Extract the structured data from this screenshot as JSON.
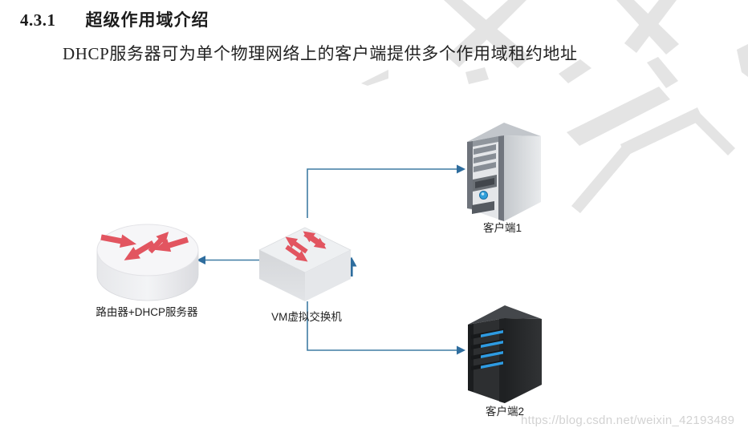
{
  "document": {
    "section_number": "4.3.1",
    "section_title": "超级作用域介绍",
    "body_text": "DHCP服务器可为单个物理网络上的客户端提供多个作用域租约地址"
  },
  "diagram": {
    "router_label": "路由器+DHCP服务器",
    "switch_label": "VM虚拟交换机",
    "client1_label": "客户端1",
    "client2_label": "客户端2",
    "colors": {
      "connector_line": "#3f7ca4",
      "connector_arrow": "#2e6d9e",
      "device_arrow_red": "#e25560",
      "client2_stripe": "#2e9be2",
      "watermark_gray": "#e4e4e4"
    }
  },
  "watermark": {
    "url_text": "https://blog.csdn.net/weixin_42193489"
  }
}
